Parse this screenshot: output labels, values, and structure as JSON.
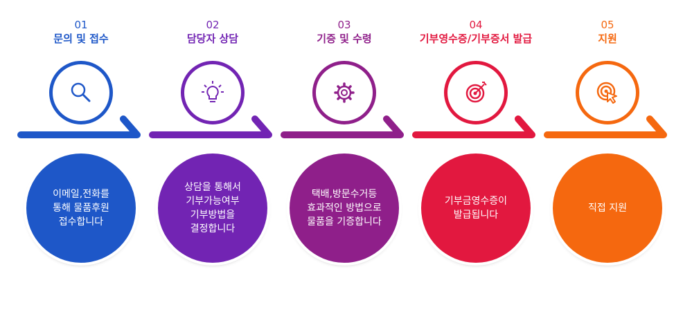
{
  "steps": [
    {
      "num": "01",
      "title": "문의 및 접수",
      "desc": "이메일,전화를\n통해 물품후원\n접수합니다",
      "color": "#1e57c8",
      "icon": "search-icon"
    },
    {
      "num": "02",
      "title": "담당자 상담",
      "desc": "상담을 통해서\n기부가능여부\n기부방법을\n결정합니다",
      "color": "#7224b3",
      "icon": "lightbulb-icon"
    },
    {
      "num": "03",
      "title": "기증 및 수령",
      "desc": "택배,방문수거등\n효과적인 방법으로\n물품을 기증합니다",
      "color": "#8f1f8a",
      "icon": "gear-icon"
    },
    {
      "num": "04",
      "title": "기부영수증/기부증서 발급",
      "desc": "기부금영수증이\n발급됩니다",
      "color": "#e2183f",
      "icon": "target-icon"
    },
    {
      "num": "05",
      "title": "지원",
      "desc": "직접 지원",
      "color": "#f5680f",
      "icon": "target-click-icon"
    }
  ]
}
